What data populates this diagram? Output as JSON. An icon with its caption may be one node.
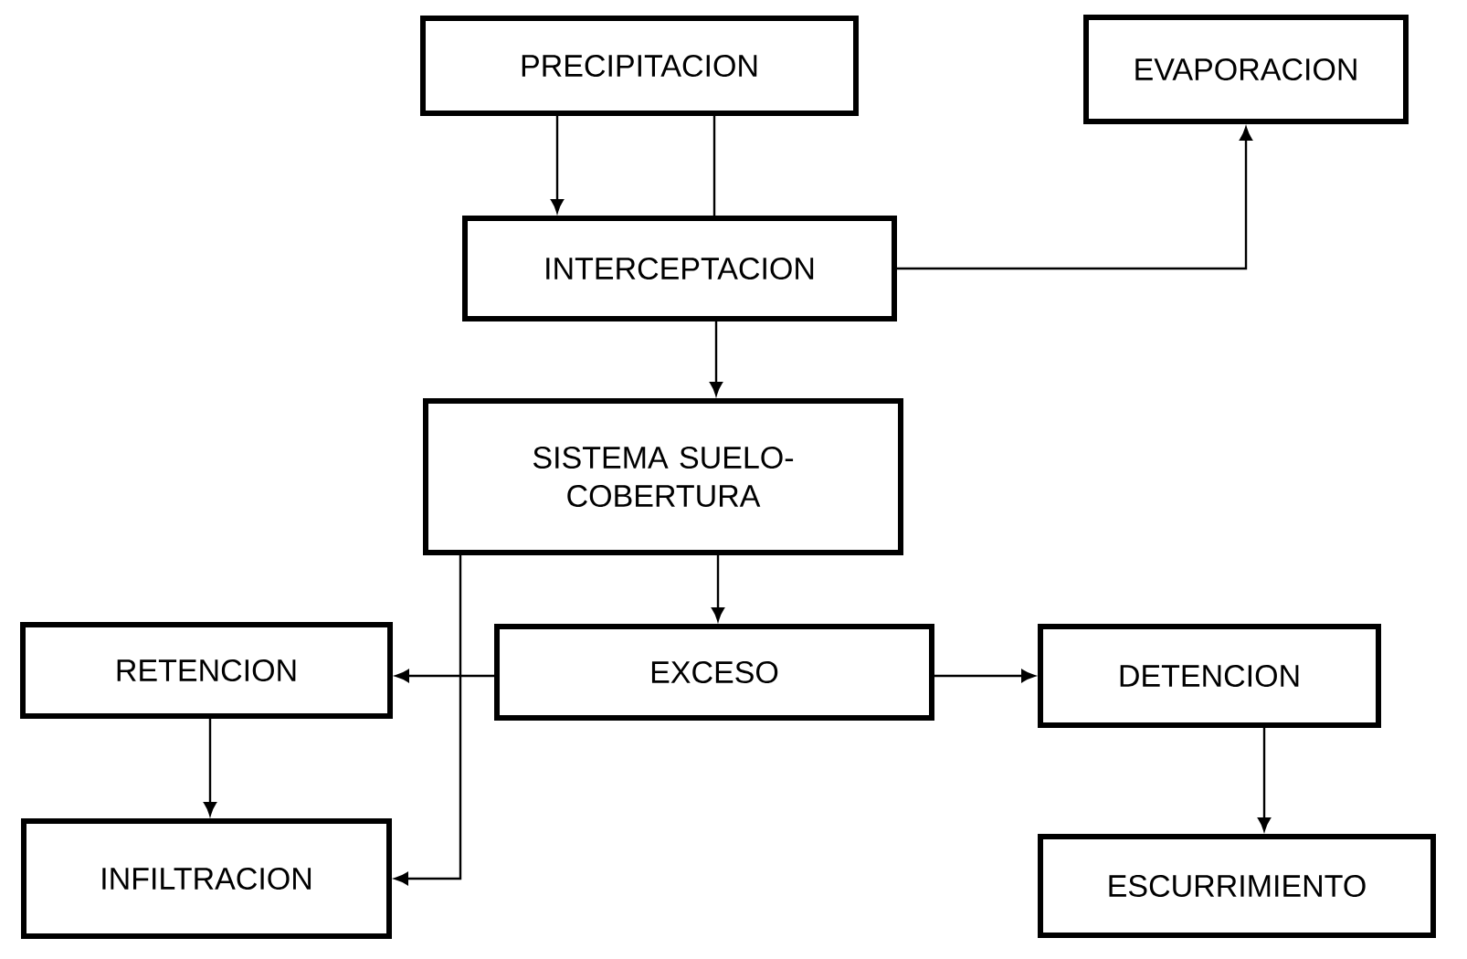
{
  "diagram": {
    "nodes": [
      {
        "text": [
          "PRECIPITACION"
        ]
      },
      {
        "text": [
          "EVAPORACION"
        ]
      },
      {
        "text": [
          "INTERCEPTACION"
        ]
      },
      {
        "text": [
          "SISTEMA SUELO-COBERTURA"
        ]
      },
      {
        "text": [
          "RETENCION"
        ]
      },
      {
        "text": [
          "EXCESO"
        ]
      },
      {
        "text": [
          "DETENCION"
        ]
      },
      {
        "text": [
          "INFILTRACION"
        ]
      },
      {
        "text": [
          "ESCURRIMIENTO"
        ]
      }
    ],
    "edges": [
      {
        "from": 0,
        "to": 2,
        "arrow": "to"
      },
      {
        "from": 0,
        "to": 2,
        "arrow": "none"
      },
      {
        "from": 2,
        "to": 1,
        "arrow": "to"
      },
      {
        "from": 2,
        "to": 3,
        "arrow": "to"
      },
      {
        "from": 3,
        "to": 5,
        "arrow": "to"
      },
      {
        "from": 5,
        "to": 4,
        "arrow": "to"
      },
      {
        "from": 4,
        "to": 7,
        "arrow": "to"
      },
      {
        "from": 3,
        "to": 7,
        "arrow": "to"
      },
      {
        "from": 5,
        "to": 6,
        "arrow": "to"
      },
      {
        "from": 6,
        "to": 8,
        "arrow": "to"
      }
    ]
  }
}
